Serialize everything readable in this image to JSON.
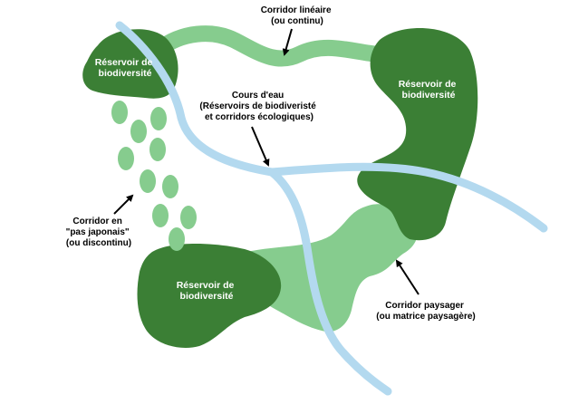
{
  "colors": {
    "dark_green": "#3b7f35",
    "light_green": "#86cc8e",
    "water_blue": "#b3d9ef",
    "arrow": "#000000",
    "label_on_dark": "#ffffff",
    "label_on_white": "#000000"
  },
  "reservoirs": {
    "top_left": [
      "Réservoir de",
      "biodiversité"
    ],
    "right": [
      "Réservoir de",
      "biodiversité"
    ],
    "bottom": [
      "Réservoir de",
      "biodiversité"
    ]
  },
  "annotations": {
    "linear_corridor": [
      "Corridor linéaire",
      "(ou continu)"
    ],
    "watercourse": [
      "Cours d'eau",
      "(Réservoirs de biodiveristé",
      "et corridors écologiques)"
    ],
    "stepping_stones": [
      "Corridor en",
      "\"pas japonais\"",
      "(ou discontinu)"
    ],
    "landscape_corridor": [
      "Corridor paysager",
      "(ou matrice paysagère)"
    ]
  }
}
